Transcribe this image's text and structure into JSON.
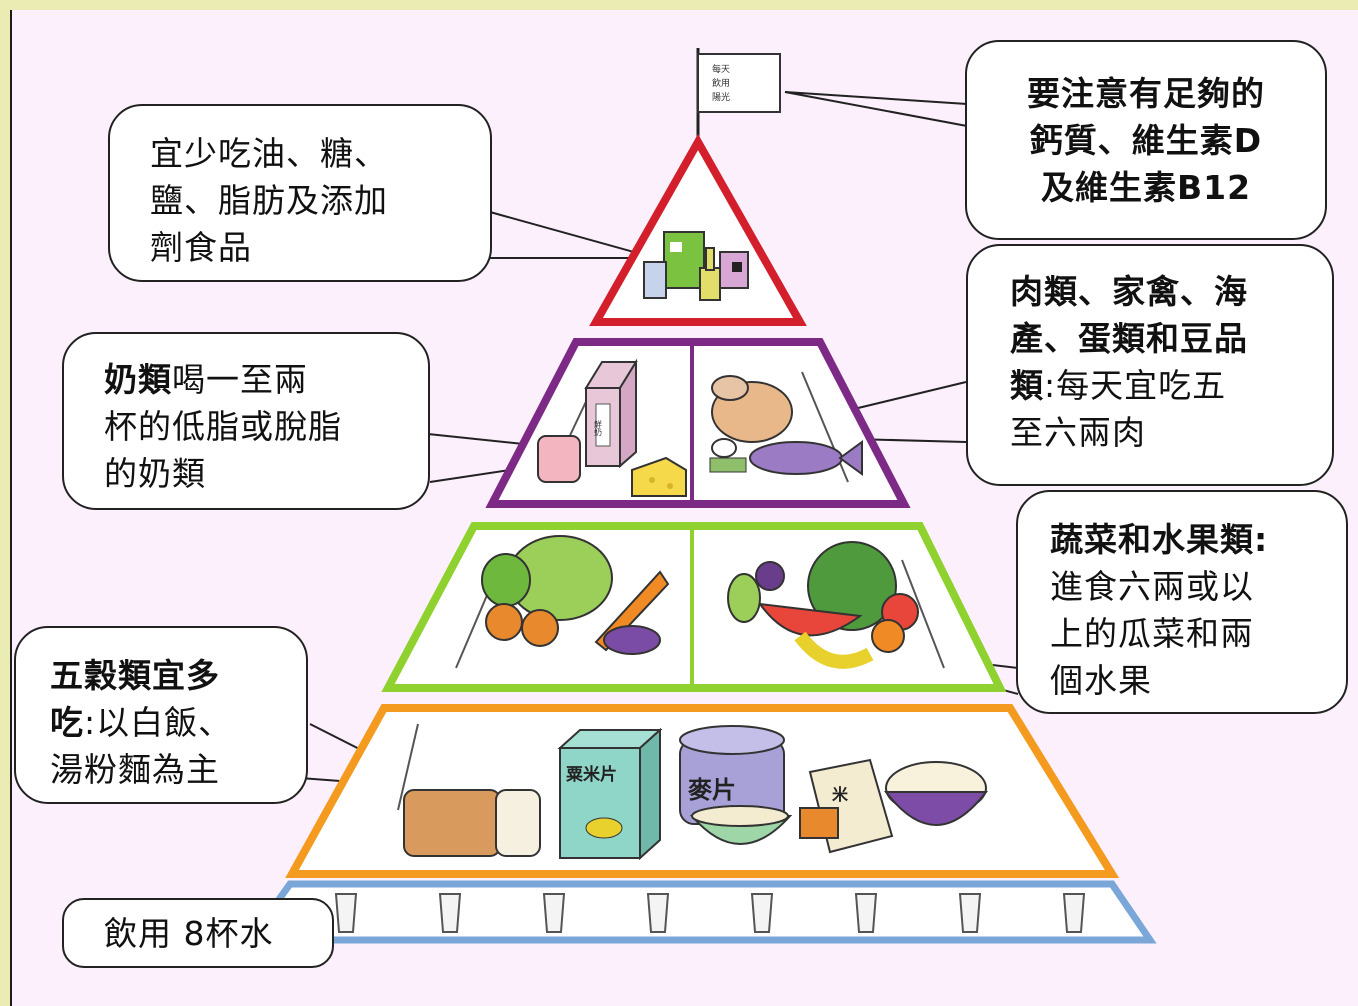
{
  "flag_text": [
    "每天",
    "飲用",
    "陽光"
  ],
  "foods": {
    "dairy_carton": "鮮奶",
    "cereal_box": "粟米片",
    "oats_tin": "麥片",
    "rice_bag": "米"
  },
  "callouts": {
    "nutrients": {
      "lines": [
        "要注意有足夠的",
        "鈣質、維生素D",
        "及維生素B12"
      ]
    },
    "top_tier": {
      "lines": [
        "宜少吃油、糖、",
        "鹽、脂肪及添加",
        "劑食品"
      ]
    },
    "meat": {
      "line1": "肉類、家禽、海",
      "line2": "產、蛋類和豆品",
      "line3_bold": "類",
      "line3_rest": ":每天宜吃五",
      "line4": "至六兩肉"
    },
    "dairy": {
      "line1_bold": "奶類",
      "line1_rest": "喝一至兩",
      "line2": "杯的低脂或脫脂",
      "line3": "的奶類"
    },
    "veg_fruit": {
      "line1": "蔬菜和水果類:",
      "line2": "進食六兩或以",
      "line3": "上的瓜菜和兩",
      "line4": "個水果"
    },
    "grains": {
      "line1": "五穀類宜多",
      "line2_bold": "吃",
      "line2_rest": ":以白飯、",
      "line3": "湯粉麵為主"
    },
    "water": {
      "text": "飲用 8杯水"
    }
  },
  "colors": {
    "background": "#ebebb4",
    "panel": "#fbf0fb",
    "top_tier": "#d31f2c",
    "second_tier": "#7d2a86",
    "third_tier": "#8fd12e",
    "fourth_tier": "#f39a1f",
    "base_tier": "#7aa6d8"
  }
}
